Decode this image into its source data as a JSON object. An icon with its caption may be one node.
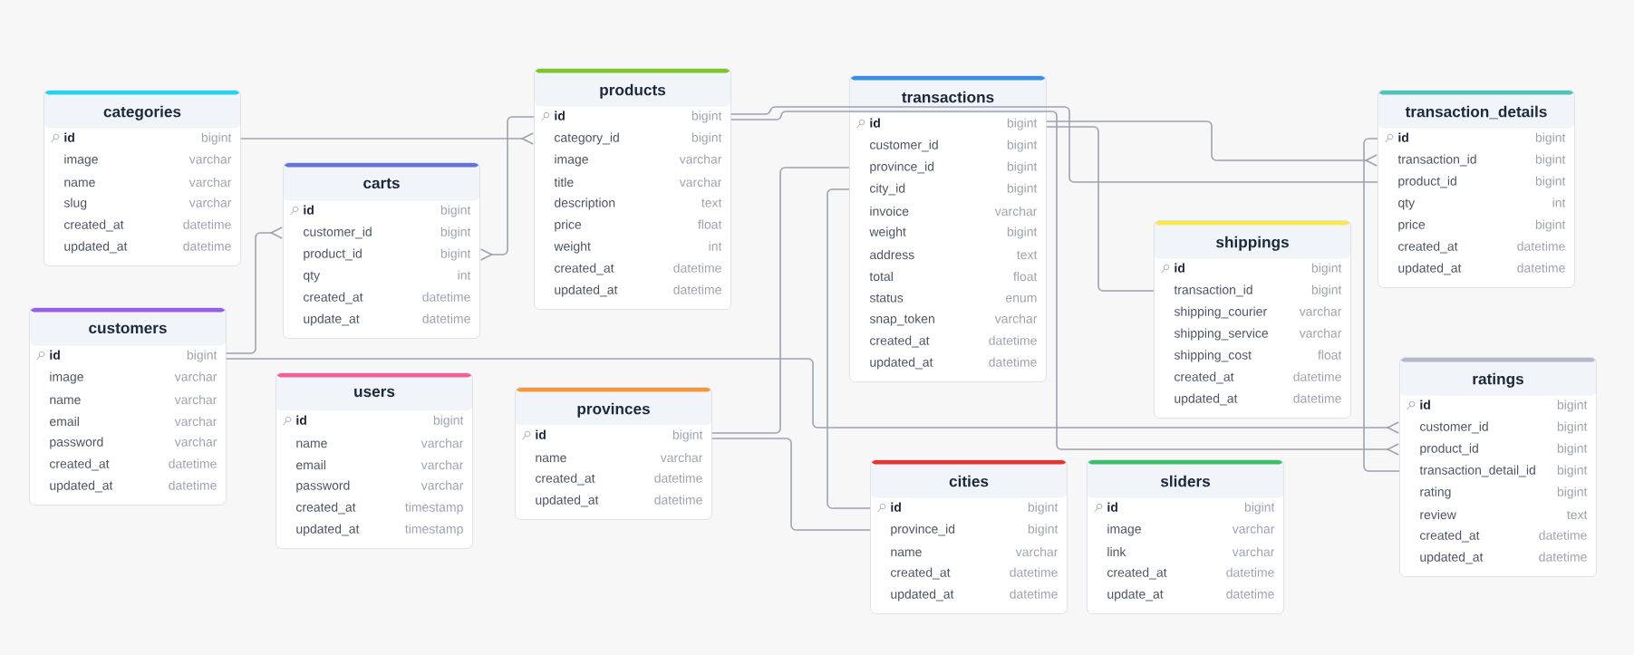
{
  "diagram": {
    "nodes": [
      {
        "text": [
          "categories"
        ]
      },
      {
        "text": [
          "id",
          "bigint"
        ],
        "in": 0
      },
      {
        "text": [
          "image",
          "varchar"
        ],
        "in": 0
      },
      {
        "text": [
          "name",
          "varchar"
        ],
        "in": 0
      },
      {
        "text": [
          "slug",
          "varchar"
        ],
        "in": 0
      },
      {
        "text": [
          "created_at",
          "datetime"
        ],
        "in": 0
      },
      {
        "text": [
          "updated_at",
          "datetime"
        ],
        "in": 0
      },
      {
        "text": [
          "carts"
        ]
      },
      {
        "text": [
          "id",
          "bigint"
        ],
        "in": 7
      },
      {
        "text": [
          "customer_id",
          "bigint"
        ],
        "in": 7
      },
      {
        "text": [
          "product_id",
          "bigint"
        ],
        "in": 7
      },
      {
        "text": [
          "qty",
          "int"
        ],
        "in": 7
      },
      {
        "text": [
          "created_at",
          "datetime"
        ],
        "in": 7
      },
      {
        "text": [
          "update_at",
          "datetime"
        ],
        "in": 7
      },
      {
        "text": [
          "customers"
        ]
      },
      {
        "text": [
          "id",
          "bigint"
        ],
        "in": 14
      },
      {
        "text": [
          "image",
          "varchar"
        ],
        "in": 14
      },
      {
        "text": [
          "name",
          "varchar"
        ],
        "in": 14
      },
      {
        "text": [
          "email",
          "varchar"
        ],
        "in": 14
      },
      {
        "text": [
          "password",
          "varchar"
        ],
        "in": 14
      },
      {
        "text": [
          "created_at",
          "datetime"
        ],
        "in": 14
      },
      {
        "text": [
          "updated_at",
          "datetime"
        ],
        "in": 14
      },
      {
        "text": [
          "users"
        ]
      },
      {
        "text": [
          "id",
          "bigint"
        ],
        "in": 22
      },
      {
        "text": [
          "name",
          "varchar"
        ],
        "in": 22
      },
      {
        "text": [
          "email",
          "varchar"
        ],
        "in": 22
      },
      {
        "text": [
          "password",
          "varchar"
        ],
        "in": 22
      },
      {
        "text": [
          "created_at",
          "timestamp"
        ],
        "in": 22
      },
      {
        "text": [
          "updated_at",
          "timestamp"
        ],
        "in": 22
      },
      {
        "text": [
          "products"
        ]
      },
      {
        "text": [
          "id",
          "bigint"
        ],
        "in": 29
      },
      {
        "text": [
          "category_id",
          "bigint"
        ],
        "in": 29
      },
      {
        "text": [
          "image",
          "varchar"
        ],
        "in": 29
      },
      {
        "text": [
          "title",
          "varchar"
        ],
        "in": 29
      },
      {
        "text": [
          "description",
          "text"
        ],
        "in": 29
      },
      {
        "text": [
          "price",
          "float"
        ],
        "in": 29
      },
      {
        "text": [
          "weight",
          "int"
        ],
        "in": 29
      },
      {
        "text": [
          "created_at",
          "datetime"
        ],
        "in": 29
      },
      {
        "text": [
          "updated_at",
          "datetime"
        ],
        "in": 29
      },
      {
        "text": [
          "provinces"
        ]
      },
      {
        "text": [
          "id",
          "bigint"
        ],
        "in": 39
      },
      {
        "text": [
          "name",
          "varchar"
        ],
        "in": 39
      },
      {
        "text": [
          "created_at",
          "datetime"
        ],
        "in": 39
      },
      {
        "text": [
          "updated_at",
          "datetime"
        ],
        "in": 39
      },
      {
        "text": [
          "transactions"
        ]
      },
      {
        "text": [
          "id",
          "bigint"
        ],
        "in": 44
      },
      {
        "text": [
          "customer_id",
          "bigint"
        ],
        "in": 44
      },
      {
        "text": [
          "province_id",
          "bigint"
        ],
        "in": 44
      },
      {
        "text": [
          "city_id",
          "bigint"
        ],
        "in": 44
      },
      {
        "text": [
          "invoice",
          "varchar"
        ],
        "in": 44
      },
      {
        "text": [
          "weight",
          "bigint"
        ],
        "in": 44
      },
      {
        "text": [
          "address",
          "text"
        ],
        "in": 44
      },
      {
        "text": [
          "total",
          "float"
        ],
        "in": 44
      },
      {
        "text": [
          "status",
          "enum"
        ],
        "in": 44
      },
      {
        "text": [
          "snap_token",
          "varchar"
        ],
        "in": 44
      },
      {
        "text": [
          "created_at",
          "datetime"
        ],
        "in": 44
      },
      {
        "text": [
          "updated_at",
          "datetime"
        ],
        "in": 44
      },
      {
        "text": [
          "cities"
        ]
      },
      {
        "text": [
          "id",
          "bigint"
        ],
        "in": 57
      },
      {
        "text": [
          "province_id",
          "bigint"
        ],
        "in": 57
      },
      {
        "text": [
          "name",
          "varchar"
        ],
        "in": 57
      },
      {
        "text": [
          "created_at",
          "datetime"
        ],
        "in": 57
      },
      {
        "text": [
          "updated_at",
          "datetime"
        ],
        "in": 57
      },
      {
        "text": [
          "sliders"
        ]
      },
      {
        "text": [
          "id",
          "bigint"
        ],
        "in": 63
      },
      {
        "text": [
          "image",
          "varchar"
        ],
        "in": 63
      },
      {
        "text": [
          "link",
          "varchar"
        ],
        "in": 63
      },
      {
        "text": [
          "created_at",
          "datetime"
        ],
        "in": 63
      },
      {
        "text": [
          "update_at",
          "datetime"
        ],
        "in": 63
      },
      {
        "text": [
          "shippings"
        ]
      },
      {
        "text": [
          "id",
          "bigint"
        ],
        "in": 69
      },
      {
        "text": [
          "transaction_id",
          "bigint"
        ],
        "in": 69
      },
      {
        "text": [
          "shipping_courier",
          "varchar"
        ],
        "in": 69
      },
      {
        "text": [
          "shipping_service",
          "varchar"
        ],
        "in": 69
      },
      {
        "text": [
          "shipping_cost",
          "float"
        ],
        "in": 69
      },
      {
        "text": [
          "created_at",
          "datetime"
        ],
        "in": 69
      },
      {
        "text": [
          "updated_at",
          "datetime"
        ],
        "in": 69
      },
      {
        "text": [
          "transaction_details"
        ]
      },
      {
        "text": [
          "id",
          "bigint"
        ],
        "in": 77
      },
      {
        "text": [
          "transaction_id",
          "bigint"
        ],
        "in": 77
      },
      {
        "text": [
          "product_id",
          "bigint"
        ],
        "in": 77
      },
      {
        "text": [
          "qty",
          "int"
        ],
        "in": 77
      },
      {
        "text": [
          "price",
          "bigint"
        ],
        "in": 77
      },
      {
        "text": [
          "created_at",
          "datetime"
        ],
        "in": 77
      },
      {
        "text": [
          "updated_at",
          "datetime"
        ],
        "in": 77
      },
      {
        "text": [
          "ratings"
        ]
      },
      {
        "text": [
          "id",
          "bigint"
        ],
        "in": 85
      },
      {
        "text": [
          "customer_id",
          "bigint"
        ],
        "in": 85
      },
      {
        "text": [
          "product_id",
          "bigint"
        ],
        "in": 85
      },
      {
        "text": [
          "transaction_detail_id",
          "bigint"
        ],
        "in": 85
      },
      {
        "text": [
          "rating",
          "bigint"
        ],
        "in": 85
      },
      {
        "text": [
          "review",
          "text"
        ],
        "in": 85
      },
      {
        "text": [
          "created_at",
          "datetime"
        ],
        "in": 85
      },
      {
        "text": [
          "updated_at",
          "datetime"
        ],
        "in": 85
      }
    ],
    "edges": [
      {
        "from": 1,
        "to": 31,
        "arrow": "other"
      },
      {
        "from": 30,
        "to": 10,
        "arrow": "other"
      },
      {
        "from": 15,
        "to": 9,
        "arrow": "other"
      },
      {
        "from": 15,
        "to": 87,
        "arrow": "other"
      },
      {
        "from": 30,
        "to": 80,
        "arrow": "none"
      },
      {
        "from": 30,
        "to": 88,
        "arrow": "other"
      },
      {
        "from": 45,
        "to": 79,
        "arrow": "other"
      },
      {
        "from": 45,
        "to": 71,
        "arrow": "none"
      },
      {
        "from": 40,
        "to": 47,
        "arrow": "none"
      },
      {
        "from": 40,
        "to": 59,
        "arrow": "none"
      },
      {
        "from": 58,
        "to": 48,
        "arrow": "none"
      },
      {
        "from": 78,
        "to": 89,
        "arrow": "none"
      }
    ]
  }
}
